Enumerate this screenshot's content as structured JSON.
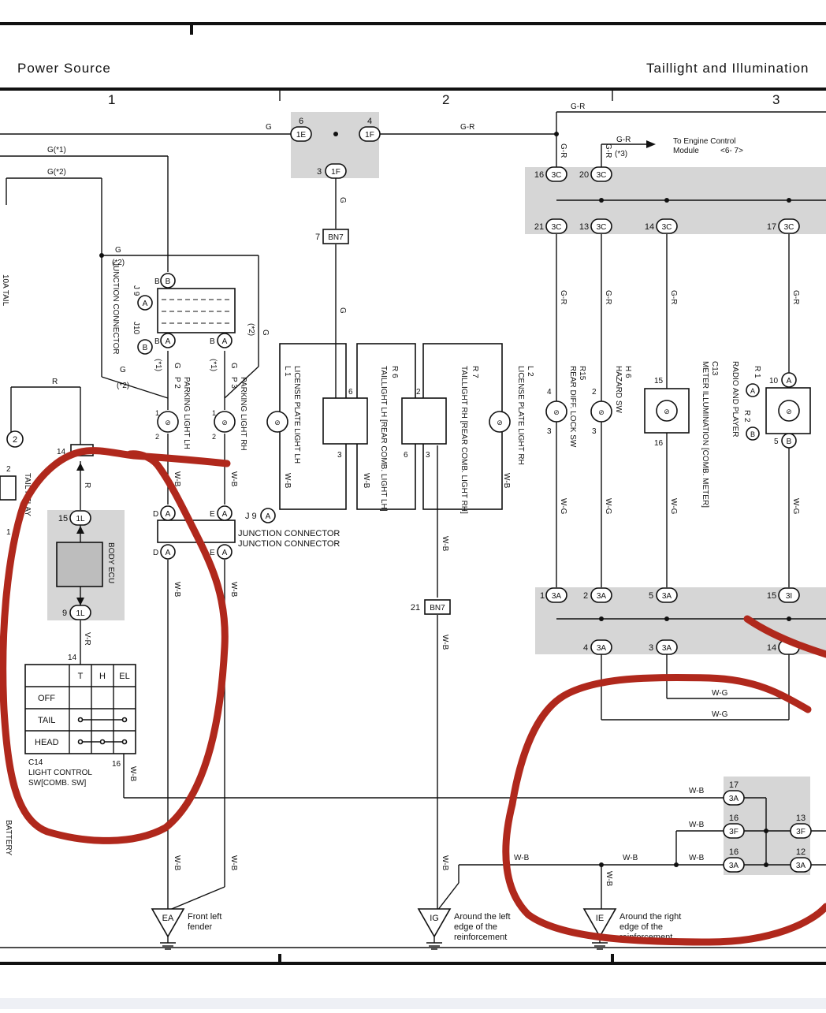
{
  "header": {
    "left_title": "Power Source",
    "right_title": "Taillight and Illumination",
    "column_numbers": [
      "1",
      "2",
      "3"
    ]
  },
  "colors": {
    "annotation": "#b0281c",
    "shaded_block": "#d6d6d6"
  },
  "wire_labels": {
    "g": "G",
    "gr": "G-R",
    "g1": "G(*1)",
    "g2": "G(*2)",
    "gp2": "(*2)",
    "gp1": "(*1)",
    "r": "R",
    "wb": "W-B",
    "wg": "W-G",
    "vr": "V-R",
    "p3": "(*3)"
  },
  "connectors": {
    "c1E": "1E",
    "c1F": "1F",
    "c3C": "3C",
    "c3A": "3A",
    "c3F": "3F",
    "c3I": "3I",
    "c1L": "1L",
    "bn7": "BN7",
    "a": "A",
    "b": "B"
  },
  "pins": {
    "p1": "1",
    "p2": "2",
    "p3": "3",
    "p4": "4",
    "p5": "5",
    "p6": "6",
    "p7": "7",
    "p9": "9",
    "p10": "10",
    "p12": "12",
    "p13": "13",
    "p14": "14",
    "p15": "15",
    "p16": "16",
    "p17": "17",
    "p20": "20",
    "p21": "21",
    "pD": "D",
    "pE": "E"
  },
  "components": {
    "fuse": "10A TAIL",
    "relay": "TAIL RELAY",
    "battery": "BATTERY",
    "junction_connector_j9_j10": "JUNCTION CONNECTOR",
    "j9": "J 9",
    "j10": "J10",
    "p2": "P 2",
    "p2_name": "PARKING LIGHT LH",
    "p3": "P 3",
    "p3_name": "PARKING LIGHT RH",
    "j9_label": "J 9",
    "junction_connector": "JUNCTION CONNECTOR",
    "l1": "L 1",
    "l1_name": "LICENSE PLATE LIGHT LH",
    "r6": "R 6",
    "r6_name": "TAILLIGHT LH [REAR COMB. LIGHT LH]",
    "r7": "R 7",
    "r7_name": "TAILLIGHT RH [REAR COMB. LIGHT RH]",
    "l2": "L 2",
    "l2_name": "LICENSE PLATE LIGHT RH",
    "r15": "R15",
    "r15_name": "REAR DIFF. LOCK SW",
    "h6": "H 6",
    "h6_name": "HAZARD SW",
    "c13": "C13",
    "c13_name": "METER ILLUMINATION [COMB. METER]",
    "r1": "R 1",
    "r2": "R 2",
    "radio_name": "RADIO AND PLAYER",
    "body_ecu": "BODY ECU",
    "ecm_line1": "To Engine Control",
    "ecm_line2": "Module",
    "ecm_ref": "<6- 7>",
    "c14": "C14",
    "c14_name_1": "LIGHT CONTROL",
    "c14_name_2": "SW[COMB.  SW]"
  },
  "switch_table": {
    "columns": [
      "T",
      "H",
      "EL"
    ],
    "rows": [
      "OFF",
      "TAIL",
      "HEAD"
    ]
  },
  "grounds": [
    {
      "id": "EA",
      "line1": "Front left",
      "line2": "fender",
      "line3": ""
    },
    {
      "id": "IG",
      "line1": "Around the left",
      "line2": "edge of the",
      "line3": "reinforcement"
    },
    {
      "id": "IE",
      "line1": "Around the right",
      "line2": "edge of the",
      "line3": "reinforcement"
    }
  ]
}
